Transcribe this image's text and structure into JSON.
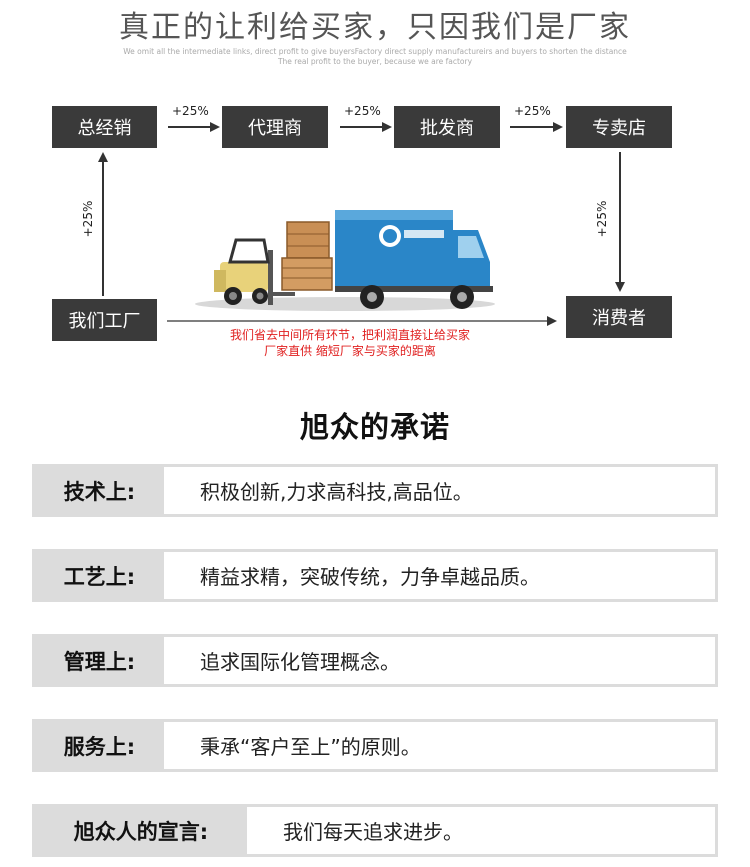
{
  "header": {
    "title": "真正的让利给买家，只因我们是厂家",
    "subtitle_line1": "We omit all the intermediate links, direct profit to give buyersFactory direct supply manufactureirs and buyers to shorten the distance",
    "subtitle_line2": "The real profit to the buyer, because we are factory"
  },
  "flow": {
    "boxes": {
      "distributor": "总经销",
      "agent": "代理商",
      "wholesaler": "批发商",
      "store": "专卖店",
      "factory": "我们工厂",
      "consumer": "消费者"
    },
    "markups": {
      "distributor_agent": "+25%",
      "agent_wholesaler": "+25%",
      "wholesaler_store": "+25%",
      "factory_distributor": "+25%",
      "store_consumer": "+25%"
    },
    "note_line1": "我们省去中间所有环节，把利润直接让给买家",
    "note_line2": "厂家直供 缩短厂家与买家的距离"
  },
  "promise": {
    "title": "旭众的承诺",
    "rows": [
      {
        "label": "技术上:",
        "text": "积极创新,力求高科技,高品位。"
      },
      {
        "label": "工艺上:",
        "text": "精益求精，突破传统，力争卓越品质。"
      },
      {
        "label": "管理上:",
        "text": "追求国际化管理概念。"
      },
      {
        "label": "服务上:",
        "text": "秉承“客户至上”的原则。"
      },
      {
        "label": "旭众人的宣言:",
        "text": "我们每天追求进步。"
      }
    ]
  },
  "colors": {
    "box_bg": "#3a3a3a",
    "note_red": "#e02020",
    "row_bg": "#dcdcdc",
    "truck_blue": "#2a86c8",
    "forklift_yellow": "#e8d27a"
  }
}
